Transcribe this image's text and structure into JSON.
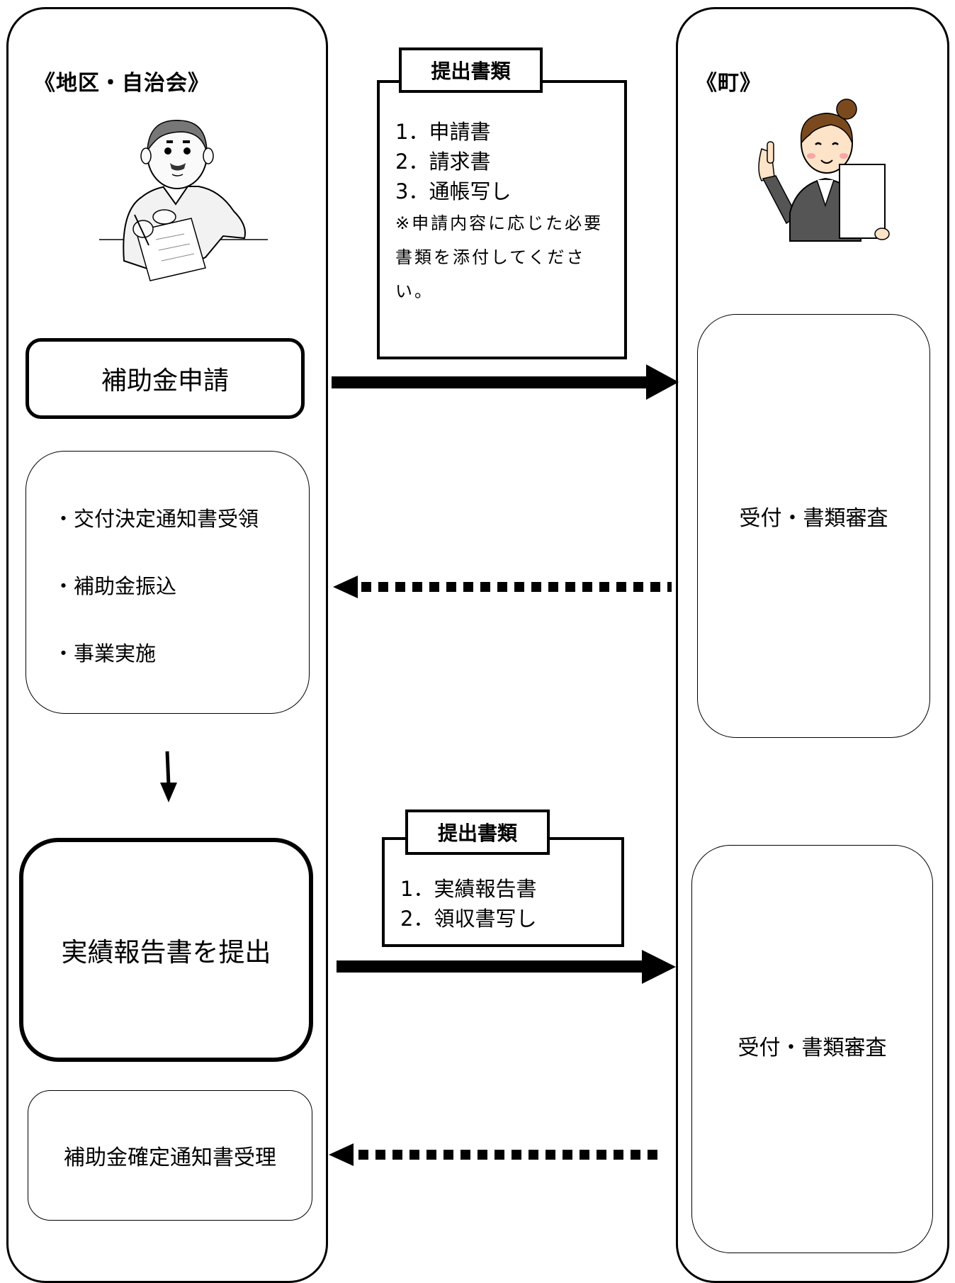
{
  "left_lane": {
    "title": "《地区・自治会》"
  },
  "right_lane": {
    "title": "《町》"
  },
  "submit_docs_1": {
    "tab": "提出書類",
    "items": [
      "1．申請書",
      "2．請求書",
      "3．通帳写し"
    ],
    "note": "※申請内容に応じた必要書類を添付してください。"
  },
  "submit_docs_2": {
    "tab": "提出書類",
    "items": [
      "1．実績報告書",
      "2．領収書写し"
    ]
  },
  "left_steps": {
    "apply": "補助金申請",
    "after_decision": [
      "・交付決定通知書受領",
      "・補助金振込",
      "・事業実施"
    ],
    "report": "実績報告書を提出",
    "final": "補助金確定通知書受理"
  },
  "right_steps": {
    "review_1": "受付・書類審査",
    "review_2": "受付・書類審査"
  }
}
